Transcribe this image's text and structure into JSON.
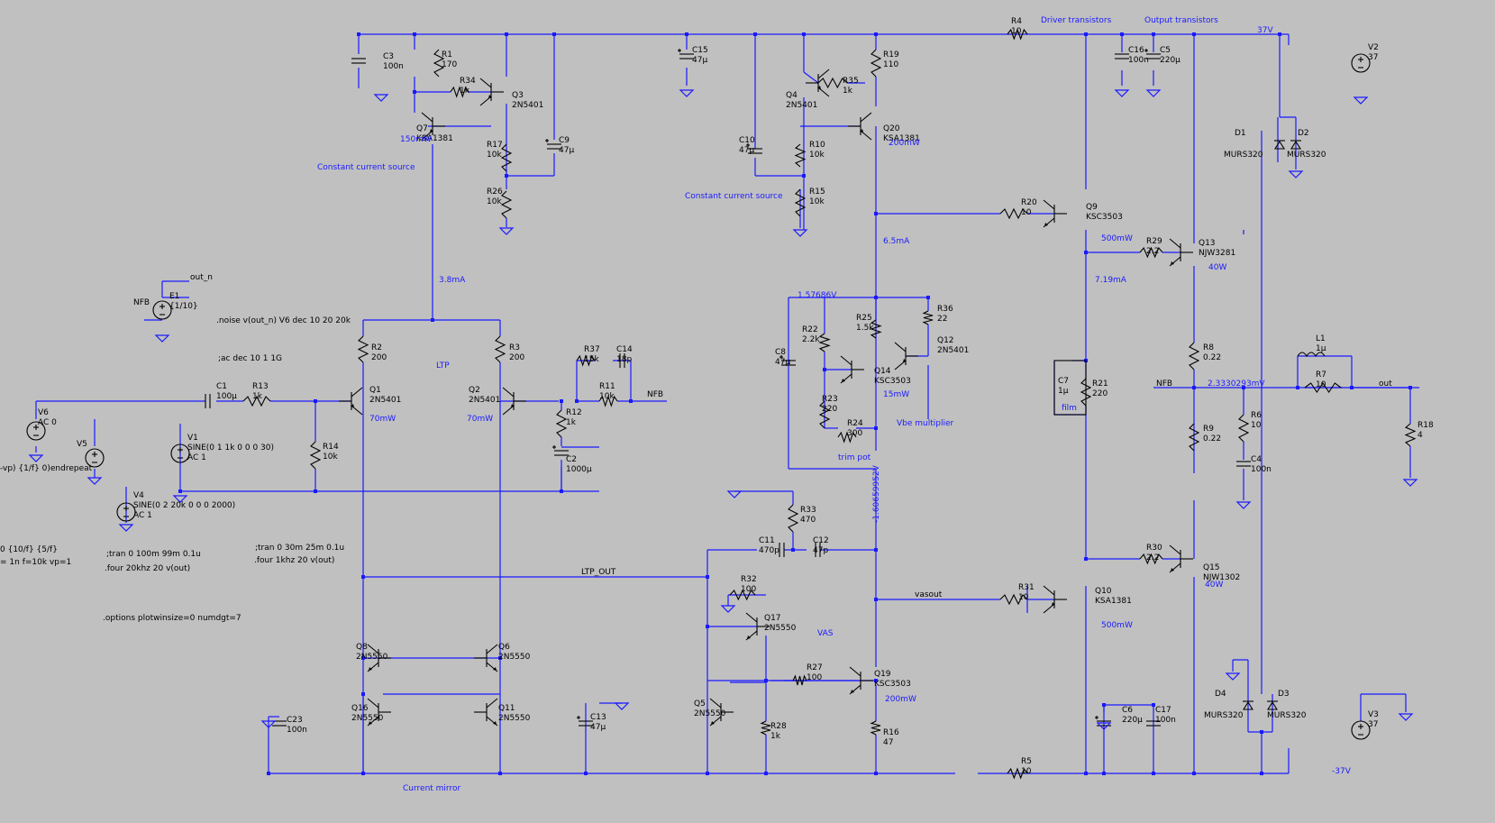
{
  "labels": {
    "driver_transistors": "Driver transistors",
    "output_transistors": "Output transistors",
    "rail_pos": "37V",
    "rail_neg": "-37V",
    "ccs1": "Constant current source",
    "ccs2": "Constant current source",
    "ltp": "LTP",
    "vbe": "Vbe multiplier",
    "trim": "trim pot",
    "vas": "VAS",
    "current_mirror": "Current mirror",
    "ltp_out": "LTP_OUT",
    "vasout": "vasout",
    "nfb1": "NFB",
    "nfb2": "NFB",
    "nfb_e": "NFB",
    "out_n": "out_n",
    "out": "out",
    "film": "film",
    "i_3_8": "3.8mA",
    "i_6_5": "6.5mA",
    "i_7_19": "7.19mA",
    "v_157": "1.57686V",
    "v_160": "-1.60659952V",
    "v_233": "2.3330293mV",
    "p_q7": "150mW",
    "p_q20": "200mW",
    "p_q1": "70mW",
    "p_q2": "70mW",
    "p_q14": "15mW",
    "p_q9": "500mW",
    "p_q13": "40W",
    "p_q15": "40W",
    "p_q10": "500mW",
    "p_q19": "200mW"
  },
  "directives": {
    "noise": ".noise v(out_n) V6 dec 10 20 20k",
    "ac": ";ac dec 10 1 1G",
    "tran1": ";tran 0 100m 99m 0.1u",
    "four1": ".four 20khz 20 v(out)",
    "tran2": ";tran 0 30m 25m 0.1u",
    "four2": ".four 1khz 20 v(out)",
    "options": ".options plotwinsize=0 numdgt=7",
    "clip1": "-vp) {1/f} 0)endrepeat",
    "clip2": "0 {10/f} {5/f}",
    "clip3": "= 1n f=10k vp=1"
  },
  "components": {
    "C3": {
      "name": "C3",
      "value": "100n"
    },
    "R1": {
      "name": "R1",
      "value": "170"
    },
    "R34": {
      "name": "R34",
      "value": "1k"
    },
    "Q3": {
      "name": "Q3",
      "model": "2N5401"
    },
    "Q7": {
      "name": "Q7",
      "model": "KSA1381"
    },
    "R17": {
      "name": "R17",
      "value": "10k"
    },
    "C9": {
      "name": "C9",
      "value": "47µ"
    },
    "R26": {
      "name": "R26",
      "value": "10k"
    },
    "C15": {
      "name": "C15",
      "value": "47µ"
    },
    "Q4": {
      "name": "Q4",
      "model": "2N5401"
    },
    "R35": {
      "name": "R35",
      "value": "1k"
    },
    "R19": {
      "name": "R19",
      "value": "110"
    },
    "Q20": {
      "name": "Q20",
      "model": "KSA1381"
    },
    "C10": {
      "name": "C10",
      "value": "47µ"
    },
    "R10": {
      "name": "R10",
      "value": "10k"
    },
    "R15": {
      "name": "R15",
      "value": "10k"
    },
    "R4": {
      "name": "R4",
      "value": "10"
    },
    "C16": {
      "name": "C16",
      "value": "100n"
    },
    "C5": {
      "name": "C5",
      "value": "220µ"
    },
    "V2": {
      "name": "V2",
      "value": "37"
    },
    "D1": {
      "name": "D1",
      "model": "MURS320"
    },
    "D2": {
      "name": "D2",
      "model": "MURS320"
    },
    "R20": {
      "name": "R20",
      "value": "10"
    },
    "Q9": {
      "name": "Q9",
      "model": "KSC3503"
    },
    "R29": {
      "name": "R29",
      "value": "2.2"
    },
    "Q13": {
      "name": "Q13",
      "model": "NJW3281"
    },
    "E1": {
      "name": "E1",
      "value": "{1/10}"
    },
    "R2": {
      "name": "R2",
      "value": "200"
    },
    "R3": {
      "name": "R3",
      "value": "200"
    },
    "R37": {
      "name": "R37",
      "value": "15k"
    },
    "C14": {
      "name": "C14",
      "value": "18p"
    },
    "R11": {
      "name": "R11",
      "value": "10k"
    },
    "C1": {
      "name": "C1",
      "value": "100µ"
    },
    "R13": {
      "name": "R13",
      "value": "1k"
    },
    "Q1": {
      "name": "Q1",
      "model": "2N5401"
    },
    "Q2": {
      "name": "Q2",
      "model": "2N5401"
    },
    "R12": {
      "name": "R12",
      "value": "1k"
    },
    "C2": {
      "name": "C2",
      "value": "1000µ"
    },
    "R14": {
      "name": "R14",
      "value": "10k"
    },
    "V6": {
      "name": "V6",
      "value": "AC 0"
    },
    "V5": {
      "name": "V5",
      "value": ""
    },
    "V1": {
      "name": "V1",
      "value": "SINE(0 1 1k 0 0 0 30)",
      "value2": "AC 1"
    },
    "V4": {
      "name": "V4",
      "value": "SINE(0 2 20k 0 0 0 2000)",
      "value2": "AC 1"
    },
    "C8": {
      "name": "C8",
      "value": "47µ"
    },
    "R22": {
      "name": "R22",
      "value": "2.2k"
    },
    "R25": {
      "name": "R25",
      "value": "1.5k"
    },
    "R36": {
      "name": "R36",
      "value": "22"
    },
    "Q12": {
      "name": "Q12",
      "model": "2N5401"
    },
    "Q14": {
      "name": "Q14",
      "model": "KSC3503"
    },
    "R23": {
      "name": "R23",
      "value": "220"
    },
    "R24": {
      "name": "R24",
      "value": "300"
    },
    "C7": {
      "name": "C7",
      "value": "1µ"
    },
    "R21": {
      "name": "R21",
      "value": "220"
    },
    "R8": {
      "name": "R8",
      "value": "0.22"
    },
    "R9": {
      "name": "R9",
      "value": "0.22"
    },
    "L1": {
      "name": "L1",
      "value": "1µ"
    },
    "R7": {
      "name": "R7",
      "value": "10"
    },
    "R6": {
      "name": "R6",
      "value": "10"
    },
    "C4": {
      "name": "C4",
      "value": "100n"
    },
    "R18": {
      "name": "R18",
      "value": "4"
    },
    "R33": {
      "name": "R33",
      "value": "470"
    },
    "C11": {
      "name": "C11",
      "value": "470p"
    },
    "C12": {
      "name": "C12",
      "value": "47p"
    },
    "R32": {
      "name": "R32",
      "value": "100"
    },
    "Q17": {
      "name": "Q17",
      "model": "2N5550"
    },
    "R31": {
      "name": "R31",
      "value": "10"
    },
    "Q10": {
      "name": "Q10",
      "model": "KSA1381"
    },
    "R30": {
      "name": "R30",
      "value": "2.2"
    },
    "Q15": {
      "name": "Q15",
      "model": "NJW1302"
    },
    "Q8": {
      "name": "Q8",
      "model": "2N5550"
    },
    "Q6": {
      "name": "Q6",
      "model": "2N5550"
    },
    "Q16": {
      "name": "Q16",
      "model": "2N5550"
    },
    "Q11": {
      "name": "Q11",
      "model": "2N5550"
    },
    "R27": {
      "name": "R27",
      "value": "100"
    },
    "Q19": {
      "name": "Q19",
      "model": "KSC3503"
    },
    "Q5": {
      "name": "Q5",
      "model": "2N5550"
    },
    "R28": {
      "name": "R28",
      "value": "1k"
    },
    "R16": {
      "name": "R16",
      "value": "47"
    },
    "C23": {
      "name": "C23",
      "value": "100n"
    },
    "C13": {
      "name": "C13",
      "value": "47µ"
    },
    "D4": {
      "name": "D4",
      "model": "MURS320"
    },
    "D3": {
      "name": "D3",
      "model": "MURS320"
    },
    "C6": {
      "name": "C6",
      "value": "220µ"
    },
    "C17": {
      "name": "C17",
      "value": "100n"
    },
    "V3": {
      "name": "V3",
      "value": "37"
    },
    "R5": {
      "name": "R5",
      "value": "10"
    }
  }
}
